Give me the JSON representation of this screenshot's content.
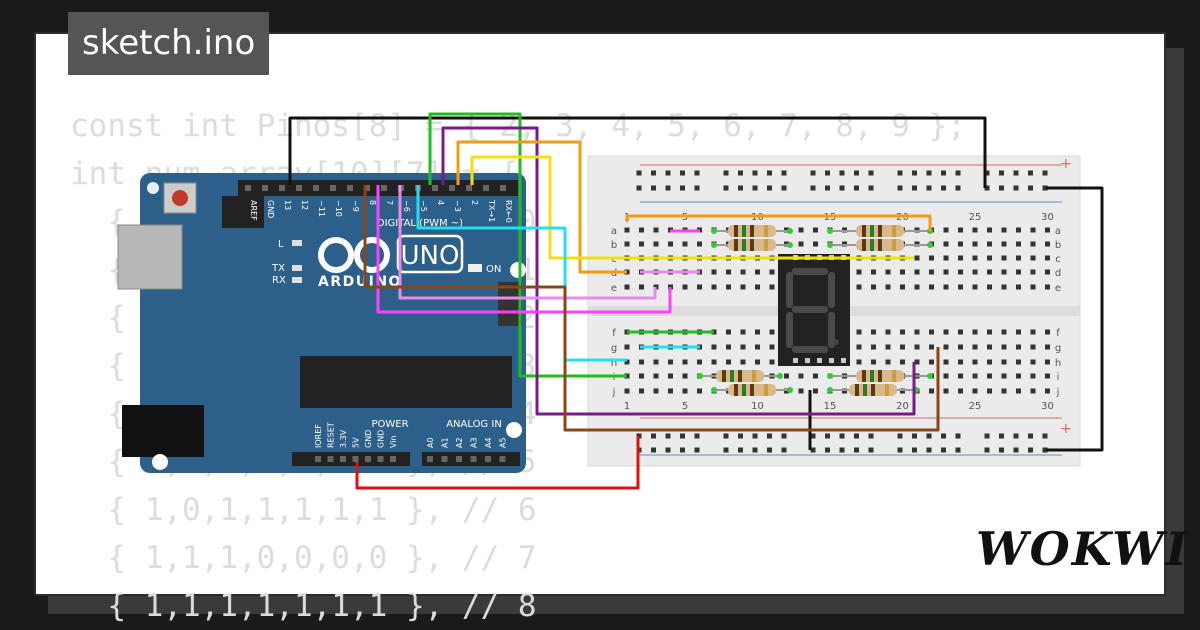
{
  "title_tag": "sketch.ino",
  "logo": "WOKWI",
  "code_lines": [
    "const int Pinos[8] = { 2, 3, 4, 5, 6, 7, 8, 9 };",
    "int num_array[10][7] = {",
    "  { 1,1,1,1,1,1,0 }, // 0",
    "  { 0,1,1,0,0,0,0 }, // 1",
    "  { 1,1,0,1,1,0,1 }, // 2",
    "  { 1,1,1,1,0,0,1 }, // 3",
    "  { 0,1,1,0,0,1,1 }, // 4",
    "  { 1,0,1,1,0,1,1 }, // 5",
    "  { 1,0,1,1,1,1,1 }, // 6",
    "  { 1,1,1,0,0,0,0 }, // 7",
    "  { 1,1,1,1,1,1,1 }, // 8"
  ],
  "arduino": {
    "brand": "ARDUINO",
    "model": "UNO",
    "on_label": "ON",
    "digital_label": "DIGITAL (PWM ~)",
    "power_label": "POWER",
    "analog_label": "ANALOG IN",
    "led_l": "L",
    "led_tx": "TX",
    "led_rx": "RX",
    "top_pins": [
      "AREF",
      "GND",
      "13",
      "12",
      "~11",
      "~10",
      "~9",
      "8",
      "7",
      "~6",
      "~5",
      "4",
      "~3",
      "2",
      "TX→1",
      "RX←0"
    ],
    "power_pins": [
      "IOREF",
      "RESET",
      "3.3V",
      "5V",
      "GND",
      "GND",
      "Vin"
    ],
    "analog_pins": [
      "A0",
      "A1",
      "A2",
      "A3",
      "A4",
      "A5"
    ]
  },
  "breadboard": {
    "col_numbers_top": [
      "1",
      "5",
      "10",
      "15",
      "20",
      "25",
      "30"
    ],
    "col_numbers_bottom": [
      "1",
      "5",
      "10",
      "15",
      "20",
      "25",
      "30"
    ],
    "rows_top": [
      "a",
      "b",
      "c",
      "d",
      "e"
    ],
    "rows_bottom": [
      "f",
      "g",
      "h",
      "i",
      "j"
    ],
    "rail_plus": "+",
    "rail_minus": "−"
  },
  "display": {
    "digit_shown": "8"
  },
  "colors": {
    "board_blue": "#2c5f8a",
    "breadboard": "#e8e8e8",
    "wire_black": "#111111",
    "wire_green": "#22bb22",
    "wire_purple": "#7a1a8a",
    "wire_orange": "#f39c12",
    "wire_yellow": "#f1e010",
    "wire_cyan": "#22e0f0",
    "wire_magenta": "#ff40ff",
    "wire_pink": "#e98be8",
    "wire_brown": "#8b4513",
    "wire_red": "#e01010"
  }
}
